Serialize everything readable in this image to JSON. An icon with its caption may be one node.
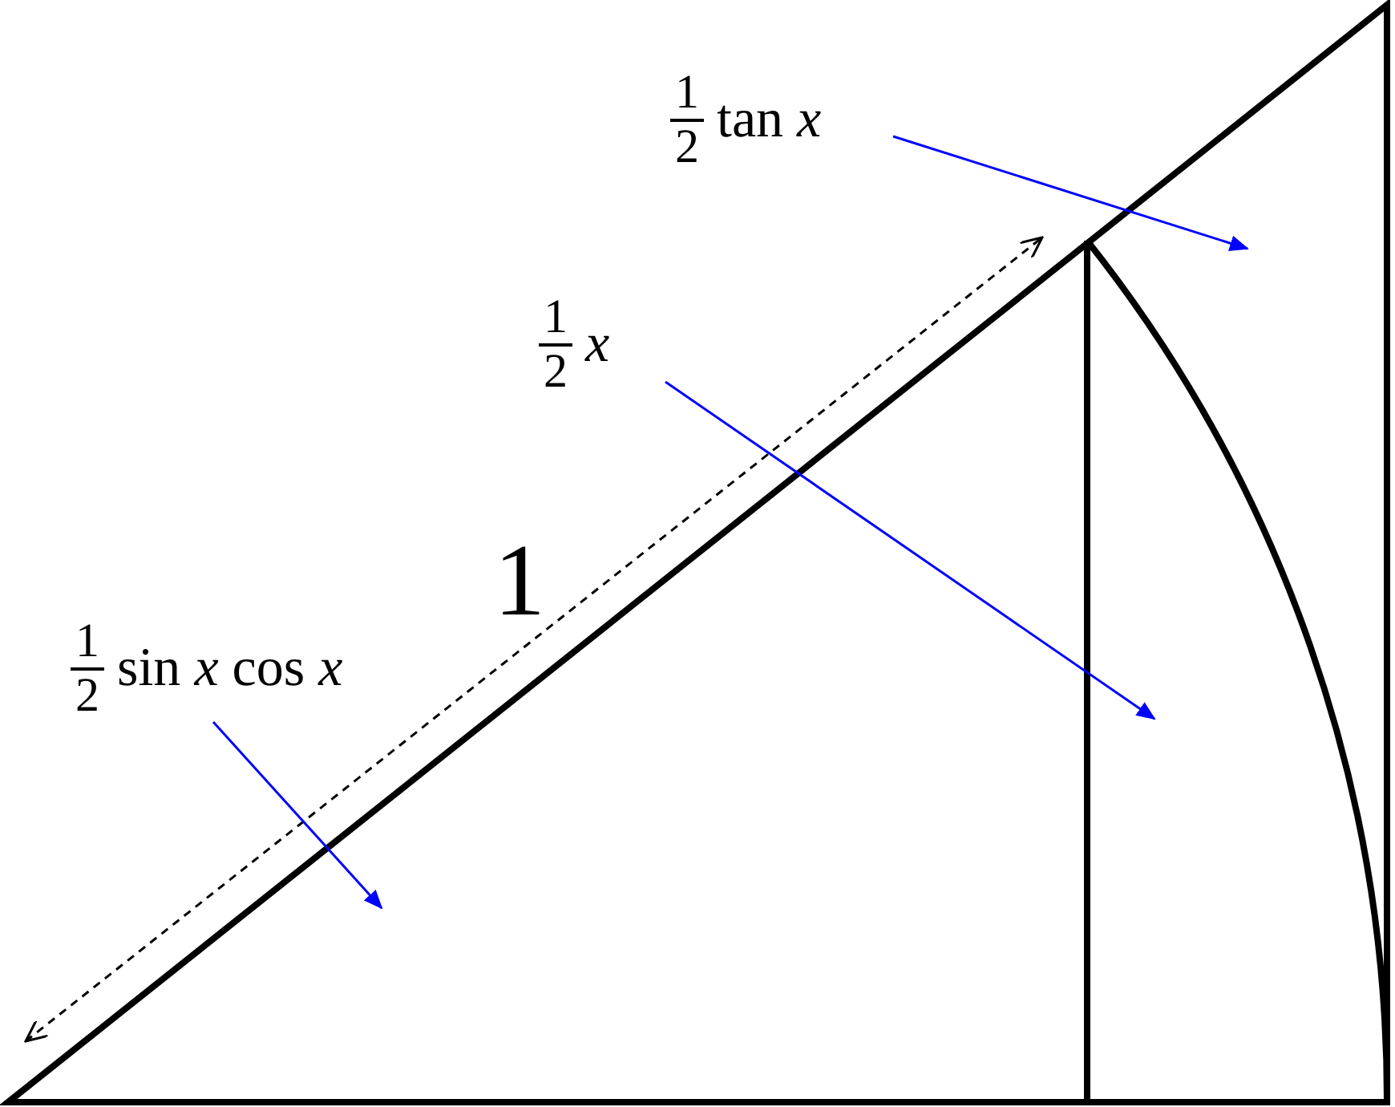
{
  "diagram": {
    "nodes": [
      {
        "text": [
          "1",
          "2",
          "tan *x*"
        ]
      },
      {
        "text": [
          "1",
          "2",
          "*x*"
        ]
      },
      {
        "text": [
          "1",
          "2",
          "sin *x* cos *x*"
        ]
      }
    ],
    "edges": [
      {
        "from": 0,
        "to": null,
        "arrow": "to"
      },
      {
        "from": 1,
        "to": null,
        "arrow": "to"
      },
      {
        "from": 2,
        "to": null,
        "arrow": "to"
      }
    ],
    "labels": [
      "1"
    ]
  }
}
